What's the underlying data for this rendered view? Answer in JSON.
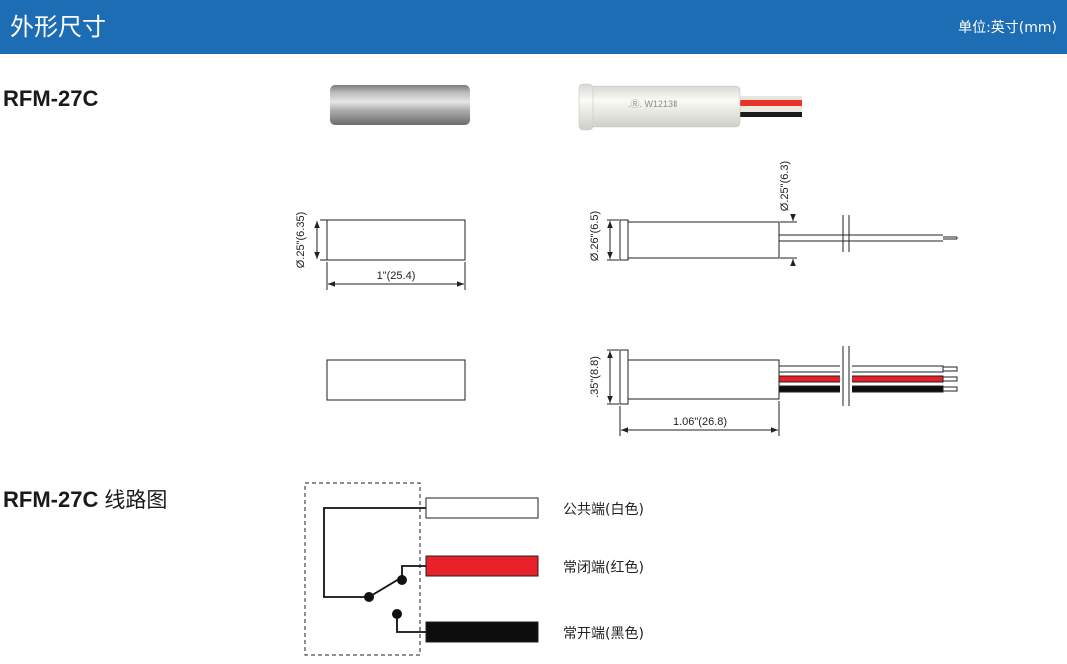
{
  "header": {
    "title": "外形尺寸",
    "unit": "单位:英寸(mm)"
  },
  "section_dimensions": {
    "model": "RFM-27C",
    "product_marking": ".Ⓡ. W1213Ⅱ",
    "magnet_diameter": "Ø.25\"(6.35)",
    "magnet_length": "1\"(25.4)",
    "switch_body_diameter": "Ø.25\"(6.3)",
    "switch_flange_diameter": "Ø.26\"(6.5)",
    "switch_height": ".35\"(8.8)",
    "switch_length": "1.06\"(26.8)"
  },
  "section_wiring": {
    "model": "RFM-27C",
    "title_suffix": "线路图",
    "wires": [
      {
        "label": "公共端(白色)",
        "color": "#ffffff"
      },
      {
        "label": "常闭端(红色)",
        "color": "#e8202a"
      },
      {
        "label": "常开端(黑色)",
        "color": "#0d0d0d"
      }
    ]
  },
  "colors": {
    "header_bg": "#1d6db4",
    "wire_red": "#e8202a",
    "wire_black": "#0d0d0d"
  }
}
